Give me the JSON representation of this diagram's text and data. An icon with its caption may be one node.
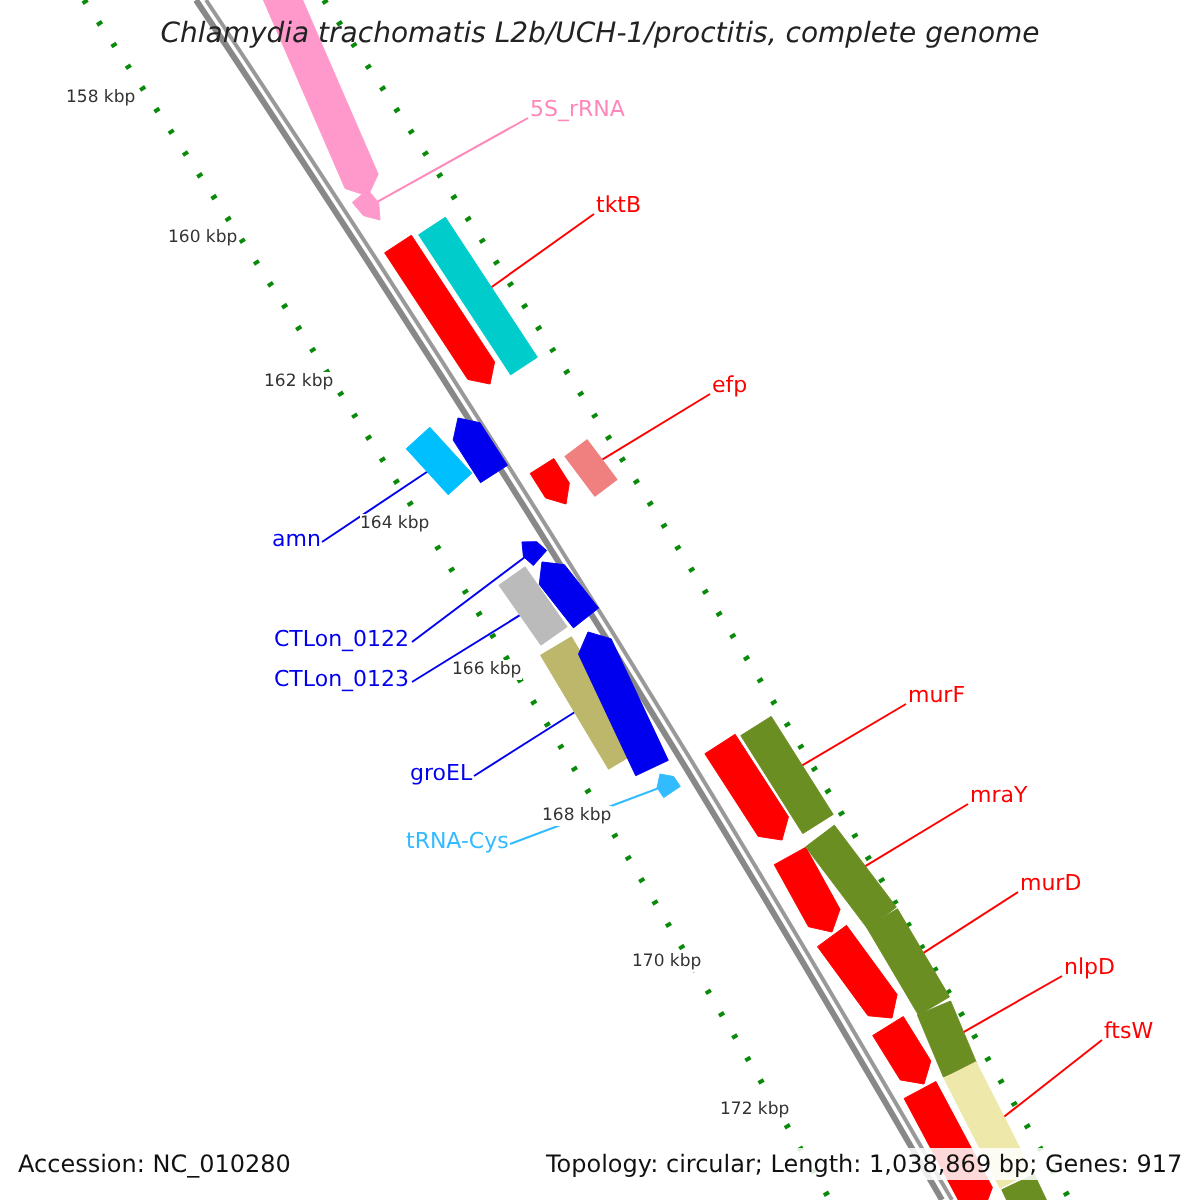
{
  "diagram": {
    "title": "Chlamydia trachomatis L2b/UCH-1/proctitis, complete genome",
    "nodes": [
      {
        "text": [],
        "shape": "bar"
      },
      {
        "text": [],
        "shape": "bar"
      },
      {
        "text": [],
        "shape": "bar"
      },
      {
        "text": [],
        "shape": "bar"
      },
      {
        "text": [],
        "shape": "bar"
      },
      {
        "text": [],
        "shape": "bar"
      },
      {
        "text": [],
        "shape": "bar"
      },
      {
        "text": [],
        "shape": "bar"
      },
      {
        "text": [],
        "shape": "bar"
      },
      {
        "text": [],
        "shape": "bar"
      },
      {
        "text": [],
        "shape": "bar"
      },
      {
        "text": [],
        "shape": "bar"
      },
      {
        "text": [],
        "shape": "bar"
      },
      {
        "text": [],
        "shape": "bar"
      },
      {
        "text": [],
        "shape": "bar"
      },
      {
        "text": [],
        "shape": "bar"
      },
      {
        "text": [],
        "shape": "bar"
      },
      {
        "text": [],
        "shape": "bar"
      },
      {
        "text": [],
        "shape": "bar"
      },
      {
        "text": [],
        "shape": "bar"
      },
      {
        "text": [],
        "shape": "bar"
      },
      {
        "text": [],
        "shape": "bar"
      },
      {
        "text": [],
        "shape": "bar"
      },
      {
        "text": [],
        "shape": "bar"
      },
      {
        "text": [],
        "shape": "bar"
      },
      {
        "text": [
          "5S_rRNA"
        ]
      },
      {
        "text": [
          "tktB"
        ]
      },
      {
        "text": [
          "efp"
        ]
      },
      {
        "text": [
          "amn"
        ]
      },
      {
        "text": [
          "CTLon_0122"
        ]
      },
      {
        "text": [
          "CTLon_0123"
        ]
      },
      {
        "text": [
          "groEL"
        ]
      },
      {
        "text": [
          "tRNA-Cys"
        ]
      },
      {
        "text": [
          "murF"
        ]
      },
      {
        "text": [
          "mraY"
        ]
      },
      {
        "text": [
          "murD"
        ]
      },
      {
        "text": [
          "nlpD"
        ]
      },
      {
        "text": [
          "ftsW"
        ]
      }
    ],
    "edges": [
      {
        "from": 25,
        "to": 1,
        "arrow": "none",
        "color": "#ff88bb"
      },
      {
        "from": 26,
        "to": 3,
        "arrow": "none"
      },
      {
        "from": 27,
        "to": 7,
        "arrow": "none"
      },
      {
        "from": 28,
        "to": 4,
        "arrow": "none",
        "color": "#0000ee"
      },
      {
        "from": 29,
        "to": 8,
        "arrow": "none",
        "color": "#0000ee"
      },
      {
        "from": 30,
        "to": 10,
        "arrow": "none",
        "color": "#0000ee"
      },
      {
        "from": 31,
        "to": 11,
        "arrow": "none",
        "color": "#0000ee"
      },
      {
        "from": 32,
        "to": 13,
        "arrow": "none",
        "color": "#33bbff"
      },
      {
        "from": 33,
        "to": 15,
        "arrow": "none"
      },
      {
        "from": 34,
        "to": 17,
        "arrow": "none"
      },
      {
        "from": 35,
        "to": 19,
        "arrow": "none"
      },
      {
        "from": 36,
        "to": 21,
        "arrow": "none"
      },
      {
        "from": 37,
        "to": 23,
        "arrow": "none"
      }
    ],
    "labels": [
      "158 kbp",
      "160 kbp",
      "162 kbp",
      "164 kbp",
      "166 kbp",
      "168 kbp",
      "170 kbp",
      "172 kbp",
      "Accession: NC_010280",
      "Topology: circular; Length: 1,038,869 bp; Genes: 917"
    ]
  }
}
